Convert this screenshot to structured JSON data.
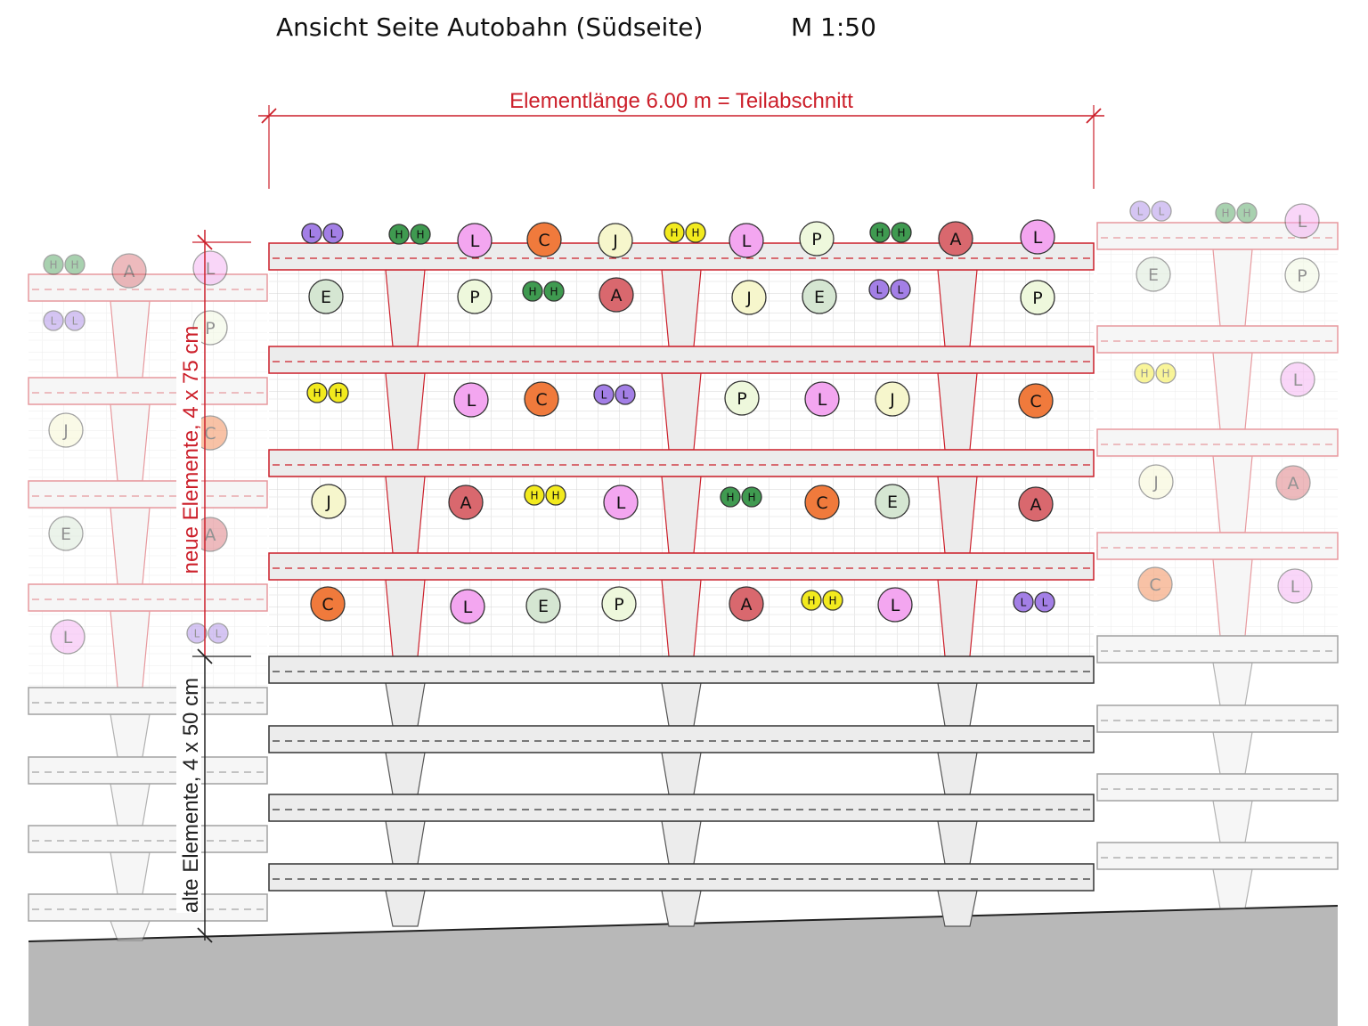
{
  "title": "Ansicht Seite Autobahn (Südseite)",
  "scale": "M 1:50",
  "dimensions": {
    "length": "Elementlänge 6.00 m = Teilabschnitt",
    "new_elements": "neue Elemente, 4 x 75 cm",
    "old_elements": "alte Elemente, 4 x 50 cm"
  },
  "colors": {
    "dimension_red": "#cc1f2a",
    "beam_fill": "#ececec",
    "ground": "#b8b8b8",
    "plant_A": "#d9686e",
    "plant_C": "#f07a3c",
    "plant_E": "#d5e6d2",
    "plant_H_green": "#3f9a50",
    "plant_H_yellow": "#f2ea1e",
    "plant_J": "#f6f6cc",
    "plant_L_pink": "#f3a6f0",
    "plant_L_purple": "#a37fe6",
    "plant_P": "#eef8dc"
  },
  "plants": {
    "main": [
      {
        "row": 1,
        "items": [
          "LL",
          "HH",
          "L",
          "C",
          "J",
          "HH",
          "L",
          "P",
          "HH",
          "A",
          "L"
        ]
      },
      {
        "row": 2,
        "items": [
          "E",
          "P",
          "HH",
          "A",
          "J",
          "E",
          "LL",
          "P"
        ]
      },
      {
        "row": 3,
        "items": [
          "HH",
          "L",
          "C",
          "LL",
          "P",
          "L",
          "J",
          "C"
        ]
      },
      {
        "row": 4,
        "items": [
          "J",
          "A",
          "HH",
          "L",
          "HH",
          "C",
          "E",
          "A"
        ]
      },
      {
        "row": 5,
        "items": [
          "C",
          "L",
          "E",
          "P",
          "A",
          "HH",
          "L",
          "LL"
        ]
      }
    ],
    "left": [
      "HH",
      "A",
      "L",
      "LL",
      "P",
      "J",
      "C",
      "E",
      "A",
      "L",
      "LL"
    ],
    "right": [
      "LL",
      "HH",
      "L",
      "E",
      "P",
      "HH",
      "L",
      "J",
      "A",
      "C",
      "L"
    ]
  }
}
